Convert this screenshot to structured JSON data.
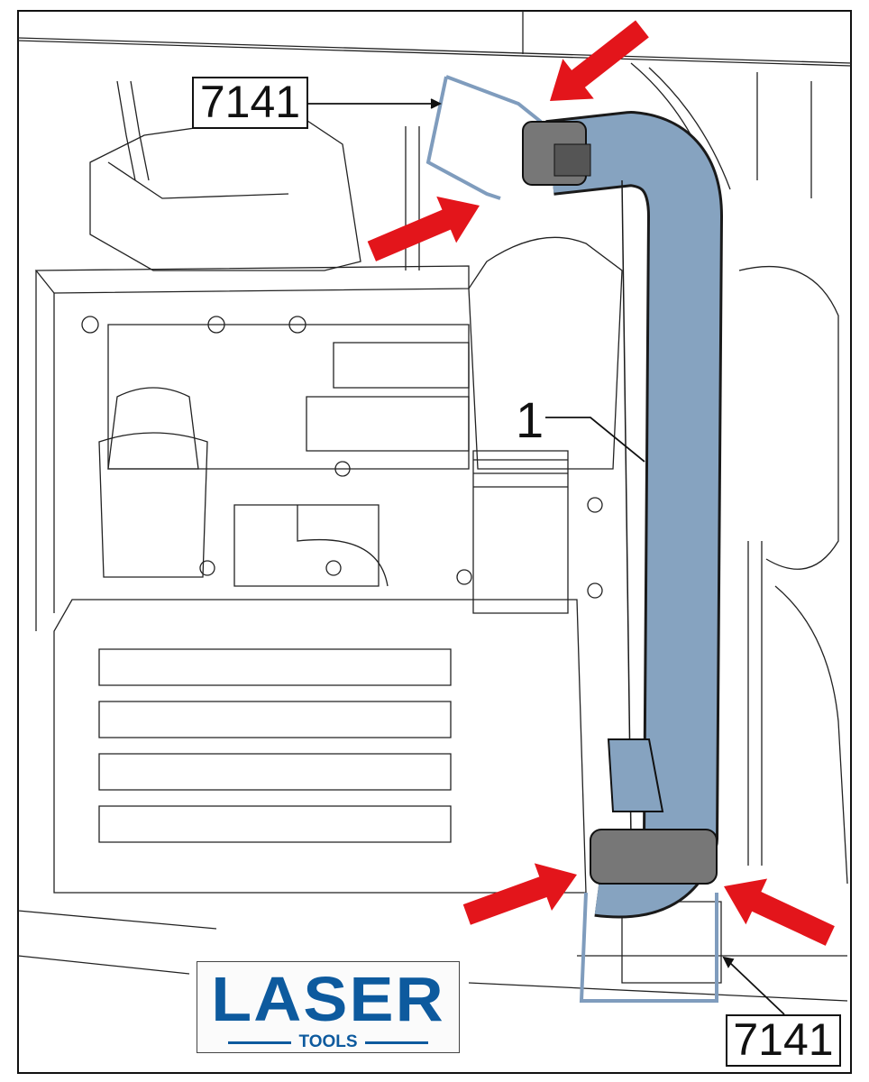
{
  "labels": {
    "tool_top": "7141",
    "tool_bottom": "7141",
    "part_number": "1"
  },
  "logo": {
    "brand": "LASER",
    "sub": "TOOLS"
  },
  "colors": {
    "hose": "#86a3c0",
    "arrow": "#e3151b",
    "logo": "#0d5a9e",
    "tool": "#a9c2dc"
  }
}
